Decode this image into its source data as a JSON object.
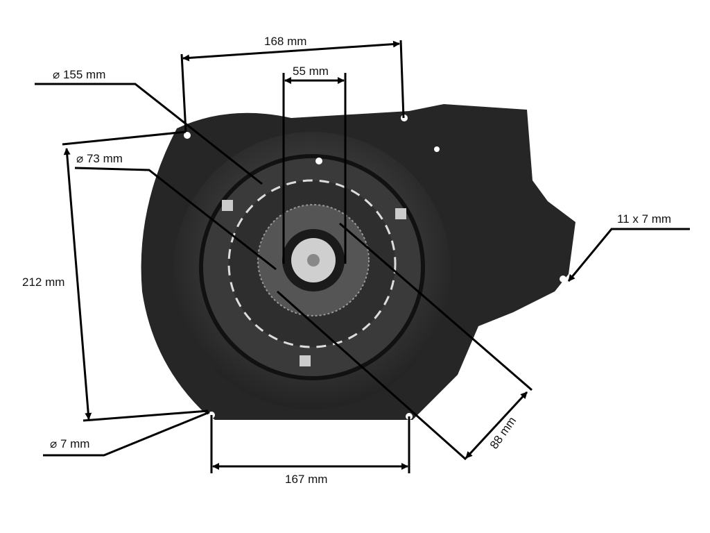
{
  "dimensions": {
    "width_top": "168 mm",
    "outer_diameter": "⌀ 155 mm",
    "hub_width": "55 mm",
    "inner_diameter": "⌀ 73 mm",
    "height": "212 mm",
    "slot": "11 x 7 mm",
    "diagonal": "88 mm",
    "hole_diameter": "⌀ 7 mm",
    "width_bottom": "167 mm"
  },
  "colors": {
    "body": "#2a2a2a",
    "line": "#000000"
  }
}
